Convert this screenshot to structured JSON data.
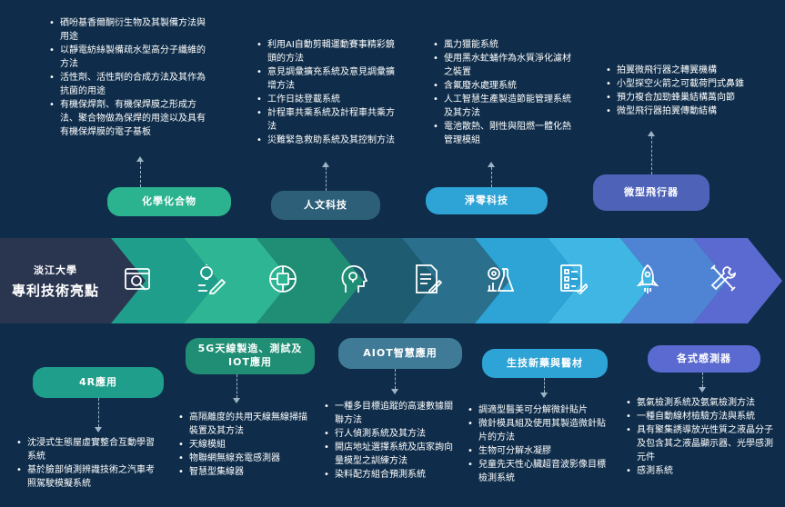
{
  "brand": {
    "university": "淡江大學",
    "headline": "專利技術亮點"
  },
  "colors": {
    "background": "#0f2d4a",
    "segments": [
      "#2a3550",
      "#1f9e8b",
      "#2db594",
      "#1f8e74",
      "#1e5c72",
      "#2a6f8c",
      "#2ea3d6",
      "#3fb6e3",
      "#4f84d4",
      "#5a6ad0"
    ]
  },
  "categories": [
    {
      "id": "chemical",
      "label": "化學化合物",
      "color": "#2bb38f",
      "items": [
        "硒吩基香爾酮衍生物及其製備方法與用途",
        "以靜電紡絲製備疏水型高分子纖維的方法",
        "活性劑、活性劑的合成方法及其作為抗菌的用途",
        "有機保焊劑、有機保焊膜之形成方法、聚合物做為保焊的用途以及具有有機保焊膜的電子基板"
      ]
    },
    {
      "id": "humanities",
      "label": "人文科技",
      "color": "#2e5f78",
      "items": [
        "利用AI自動剪輯運動賽事精彩鏡頭的方法",
        "意見調彙擴充系統及意見調彙擴增方法",
        "工作日誌登載系統",
        "計程車共乘系統及計程車共乘方法",
        "災難緊急救助系統及其控制方法"
      ]
    },
    {
      "id": "netzero",
      "label": "淨零科技",
      "color": "#2ea3d6",
      "items": [
        "風力獵能系統",
        "使用黑水虻蛹作為水質淨化濾材之裝置",
        "含氟廢水處理系統",
        "人工智慧生產製造節能管理系統及其方法",
        "電池散熱、剛性與阻燃一體化熱管理模組"
      ]
    },
    {
      "id": "drone",
      "label": "微型飛行器",
      "color": "#4e63b8",
      "items": [
        "拍翼微飛行器之轉翼機構",
        "小型探空火箭之可載荷門式鼻錐",
        "預力複合加勁蜂巢結構萬向節",
        "微型飛行器拍翼傳動結構"
      ]
    },
    {
      "id": "ar",
      "label": "4R應用",
      "color": "#1f9e8b",
      "items": [
        "沈浸式生態屋虛實整合互動學習系統",
        "基於臉部偵測辨識技術之汽車考照駕駛模擬系統"
      ]
    },
    {
      "id": "g5",
      "label": "5G天線製造、測試及IOT應用",
      "color": "#1f8e74",
      "items": [
        "高隔離度的共用天線無線掃描裝置及其方法",
        "天線模組",
        "物聯網無線充電感測器",
        "智慧型集線器"
      ]
    },
    {
      "id": "aiot",
      "label": "AIOT智慧應用",
      "color": "#3f7a96",
      "items": [
        "一種多目標追蹤的高速數據關聯方法",
        "行人偵測系統及其方法",
        "開店地址選擇系統及店家詢向量模型之訓練方法",
        "染料配方組合預測系統"
      ]
    },
    {
      "id": "bio",
      "label": "生技新藥與醫材",
      "color": "#2ea3d6",
      "items": [
        "調適型醫美可分解微針貼片",
        "微針模具組及使用其製造微針貼片的方法",
        "生物可分解水凝膠",
        "兒童先天性心臟超音波影像目標檢測系統"
      ]
    },
    {
      "id": "sensor",
      "label": "各式感測器",
      "color": "#5a6ad0",
      "items": [
        "氨氣檢測系統及氨氣檢測方法",
        "一種自動線材檢驗方法與系統",
        "具有聚集誘導放光性質之液晶分子及包含其之液晶顯示器、光學感測元件",
        "感測系統"
      ]
    }
  ],
  "icons": [
    "search-window-icon",
    "idea-pencil-icon",
    "ai-chip-icon",
    "head-idea-icon",
    "document-edit-icon",
    "lab-flask-icon",
    "checklist-icon",
    "rocket-icon",
    "tools-icon"
  ]
}
